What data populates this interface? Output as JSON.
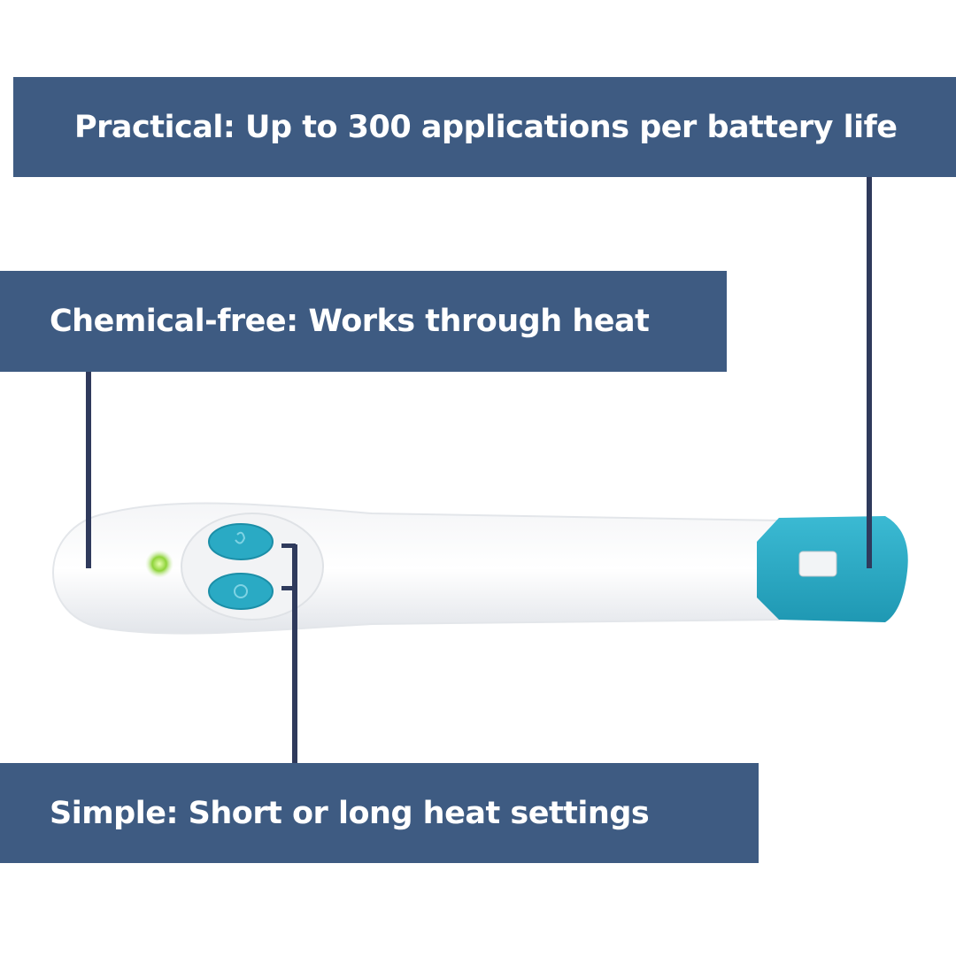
{
  "features": {
    "practical": "Practical: Up to 300 applications per battery life",
    "chemical_free": "Chemical-free: Works through heat",
    "simple": "Simple: Short or long heat settings"
  },
  "colors": {
    "banner": "#3e5b82",
    "accent": "#29a9c3",
    "leader_line": "#2f3a5c"
  }
}
